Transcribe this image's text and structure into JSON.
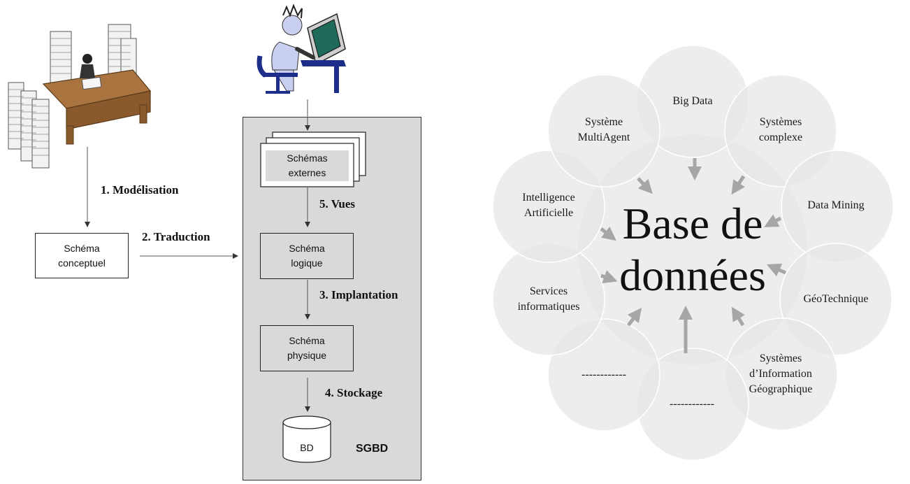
{
  "left_diagram": {
    "steps": {
      "modelisation": "1. Modélisation",
      "traduction": "2. Traduction",
      "implantation": "3. Implantation",
      "stockage": "4. Stockage",
      "vues": "5. Vues"
    },
    "boxes": {
      "schema_conceptuel": "Schéma\nconceptuel",
      "schemas_externes": "Schémas\nexternes",
      "schema_logique": "Schéma\nlogique",
      "schema_physique": "Schéma\nphysique",
      "bd": "BD"
    },
    "sgbd_label": "SGBD"
  },
  "right_diagram": {
    "center": "Base de\ndonnées",
    "satellites": {
      "big_data": "Big Data",
      "systemes_complexe": "Systèmes\ncomplexe",
      "data_mining": "Data Mining",
      "geotechnique": "GéoTechnique",
      "sig": "Systèmes\nd’Information\nGéographique",
      "blank_bottom": "------------",
      "blank_bottom_left": "------------",
      "services_informatiques": "Services\ninformatiques",
      "intelligence_artificielle": "Intelligence\nArtificielle",
      "systeme_multiagent": "Système\nMultiAgent"
    },
    "colors": {
      "circle_fill": "#e6e6e6",
      "circle_stroke": "#ffffff",
      "arrow": "#a6a6a6"
    }
  }
}
